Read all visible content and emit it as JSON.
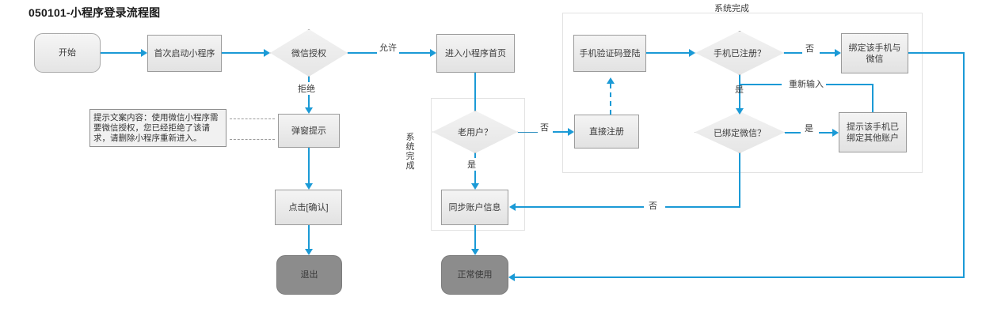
{
  "diagram": {
    "title": "050101-小程序登录流程图",
    "accent_color": "#1b9ad6",
    "node_fill": "#eaeaea",
    "terminal_dark_fill": "#8c8c8c",
    "group_border": "#e2e2e2"
  },
  "groups": [
    {
      "label": "系统完成",
      "orientation": "horizontal"
    },
    {
      "label": "系统完成",
      "orientation": "vertical"
    }
  ],
  "nodes": {
    "start": "开始",
    "first_launch": "首次启动小程序",
    "wechat_auth": "微信授权",
    "enter_home": "进入小程序首页",
    "note_text": "提示文案内容：使用微信小程序需要微信授权，您已经拒绝了该请求，请删除小程序重新进入。",
    "popup_tip": "弹窗提示",
    "click_confirm": "点击[确认]",
    "exit": "退出",
    "old_user": "老用户？",
    "sync_account": "同步账户信息",
    "normal_use": "正常使用",
    "direct_register": "直接注册",
    "sms_login": "手机验证码登陆",
    "phone_registered": "手机已注册？",
    "bind_phone_wechat": "绑定该手机与微信",
    "wechat_bound": "已绑定微信？",
    "phone_bound_other": "提示该手机已绑定其他账户"
  },
  "edge_labels": {
    "allow": "允许",
    "refuse": "拒绝",
    "old_user_no": "否",
    "old_user_yes": "是",
    "phone_registered_no": "否",
    "phone_registered_yes": "是",
    "reinput": "重新输入",
    "wechat_bound_yes": "是",
    "wechat_bound_no": "否"
  }
}
